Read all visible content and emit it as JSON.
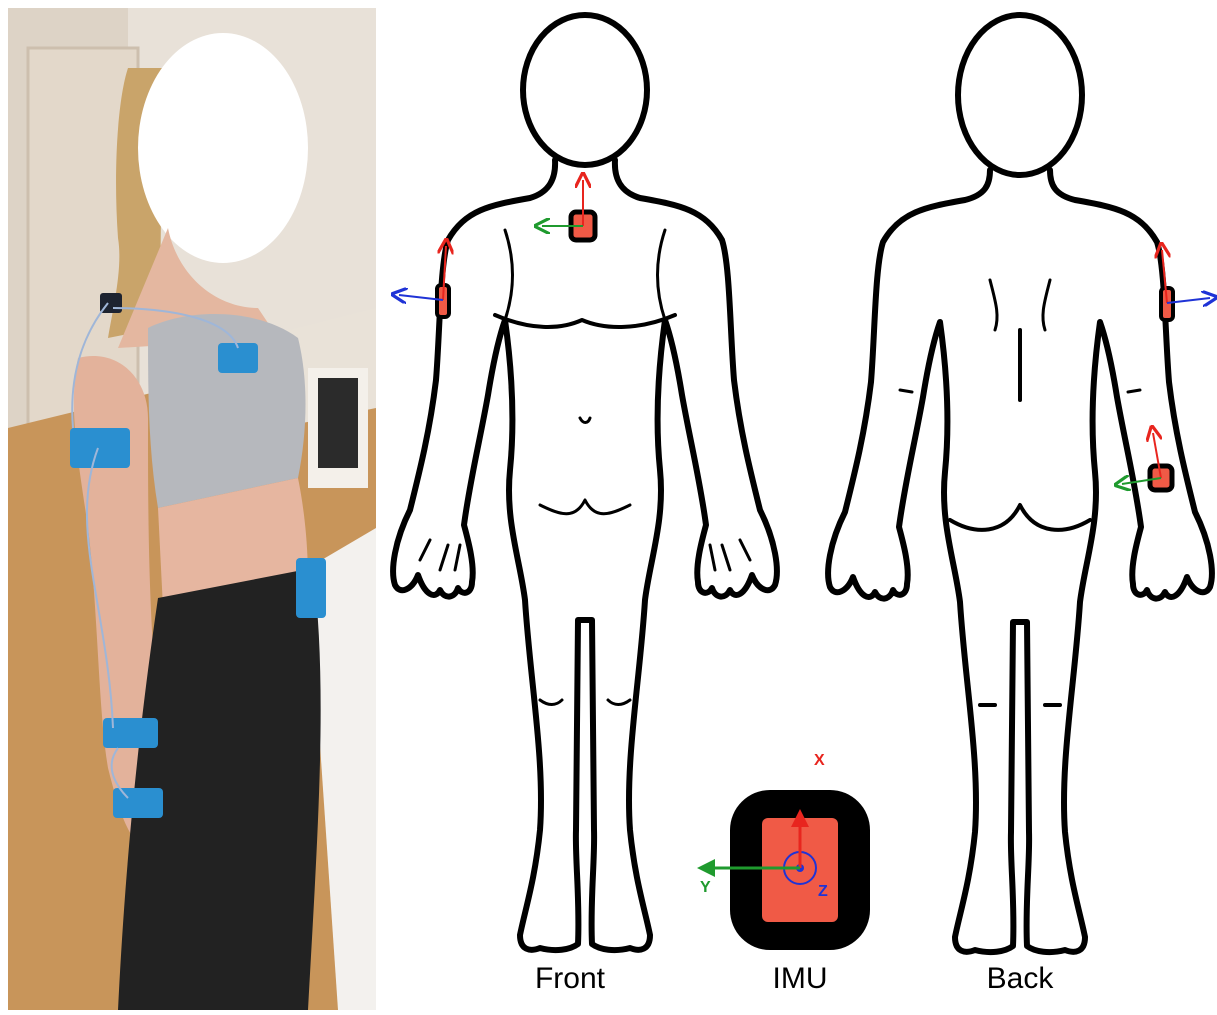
{
  "labels": {
    "front": "Front",
    "imu": "IMU",
    "back": "Back"
  },
  "axes": {
    "x": "X",
    "y": "Y",
    "z": "Z"
  },
  "colors": {
    "sensor_fill": "#f05a46",
    "sensor_border": "#000000",
    "axis_x": "#e8251e",
    "axis_y": "#1f9a2e",
    "axis_z": "#1f33d6",
    "tape": "#2a8fd0",
    "pants": "#222222",
    "top": "#b4b6bb",
    "floor": "#c99655",
    "wall": "#e9e3dc"
  }
}
